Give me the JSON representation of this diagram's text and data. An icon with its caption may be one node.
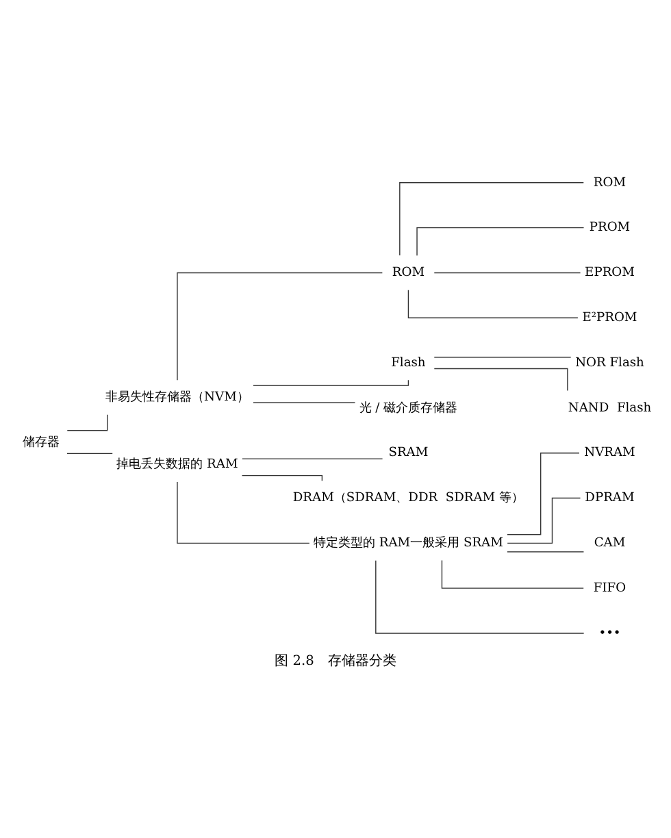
{
  "diagram": {
    "caption": "图 2.8　存储器分类",
    "nodes": [
      {
        "text": [
          "储存器"
        ]
      },
      {
        "text": [
          "非易失性存储器（NVM）"
        ]
      },
      {
        "text": [
          "ROM"
        ]
      },
      {
        "text": [
          "ROM"
        ]
      },
      {
        "text": [
          "PROM"
        ]
      },
      {
        "text": [
          "EPROM"
        ]
      },
      {
        "text": [
          "E²PROM"
        ]
      },
      {
        "text": [
          "Flash"
        ]
      },
      {
        "text": [
          "NOR Flash"
        ]
      },
      {
        "text": [
          "NAND  Flash"
        ]
      },
      {
        "text": [
          "光 / 磁介质存储器"
        ]
      },
      {
        "text": [
          "掉电丢失数据的 RAM"
        ]
      },
      {
        "text": [
          "SRAM"
        ]
      },
      {
        "text": [
          "DRAM（SDRAM、DDR  SDRAM 等）"
        ]
      },
      {
        "text": [
          "特定类型的 RAM一般采用 SRAM"
        ]
      },
      {
        "text": [
          "NVRAM"
        ]
      },
      {
        "text": [
          "DPRAM"
        ]
      },
      {
        "text": [
          "CAM"
        ]
      },
      {
        "text": [
          "FIFO"
        ]
      },
      {
        "text": [
          "•••"
        ]
      }
    ],
    "edges": [
      {
        "from": 0,
        "to": 1,
        "arrow": "none"
      },
      {
        "from": 0,
        "to": 11,
        "arrow": "none"
      },
      {
        "from": 1,
        "to": 2,
        "arrow": "none"
      },
      {
        "from": 1,
        "to": 7,
        "arrow": "none"
      },
      {
        "from": 1,
        "to": 10,
        "arrow": "none"
      },
      {
        "from": 2,
        "to": 3,
        "arrow": "none"
      },
      {
        "from": 2,
        "to": 4,
        "arrow": "none"
      },
      {
        "from": 2,
        "to": 5,
        "arrow": "none"
      },
      {
        "from": 2,
        "to": 6,
        "arrow": "none"
      },
      {
        "from": 7,
        "to": 8,
        "arrow": "none"
      },
      {
        "from": 7,
        "to": 9,
        "arrow": "none"
      },
      {
        "from": 11,
        "to": 12,
        "arrow": "none"
      },
      {
        "from": 11,
        "to": 13,
        "arrow": "none"
      },
      {
        "from": 11,
        "to": 14,
        "arrow": "none"
      },
      {
        "from": 14,
        "to": 15,
        "arrow": "none"
      },
      {
        "from": 14,
        "to": 16,
        "arrow": "none"
      },
      {
        "from": 14,
        "to": 17,
        "arrow": "none"
      },
      {
        "from": 14,
        "to": 18,
        "arrow": "none"
      },
      {
        "from": 14,
        "to": 19,
        "arrow": "none"
      }
    ]
  }
}
